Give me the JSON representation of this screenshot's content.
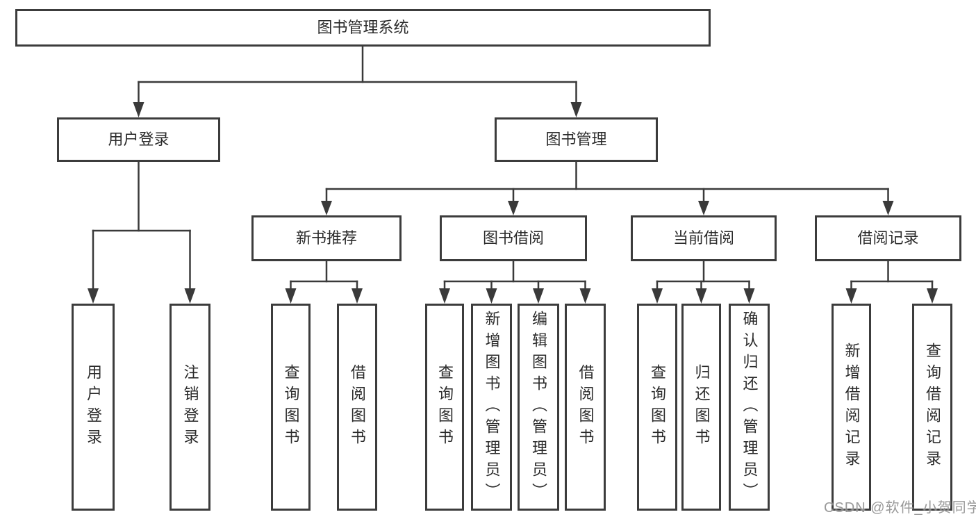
{
  "colors": {
    "background": "#ffffff",
    "line": "#3a3a3a",
    "box_border": "#3c3c3c",
    "text": "#2b2b2b",
    "watermark": "#878787"
  },
  "root": {
    "label": "图书管理系统"
  },
  "user_login": {
    "label": "用户登录",
    "leaves": [
      {
        "label": "用户登录"
      },
      {
        "label": "注销登录"
      }
    ]
  },
  "book_mgmt": {
    "label": "图书管理",
    "sections": [
      {
        "label": "新书推荐",
        "leaves": [
          {
            "label": "查询图书"
          },
          {
            "label": "借阅图书"
          }
        ]
      },
      {
        "label": "图书借阅",
        "leaves": [
          {
            "label": "查询图书"
          },
          {
            "label": "新增图书（管理员）"
          },
          {
            "label": "编辑图书（管理员）"
          },
          {
            "label": "借阅图书"
          }
        ]
      },
      {
        "label": "当前借阅",
        "leaves": [
          {
            "label": "查询图书"
          },
          {
            "label": "归还图书"
          },
          {
            "label": "确认归还（管理员）"
          }
        ]
      },
      {
        "label": "借阅记录",
        "leaves": [
          {
            "label": "新增借阅记录"
          },
          {
            "label": "查询借阅记录"
          }
        ]
      }
    ]
  },
  "watermark": "CSDN @软件_小贺同学"
}
